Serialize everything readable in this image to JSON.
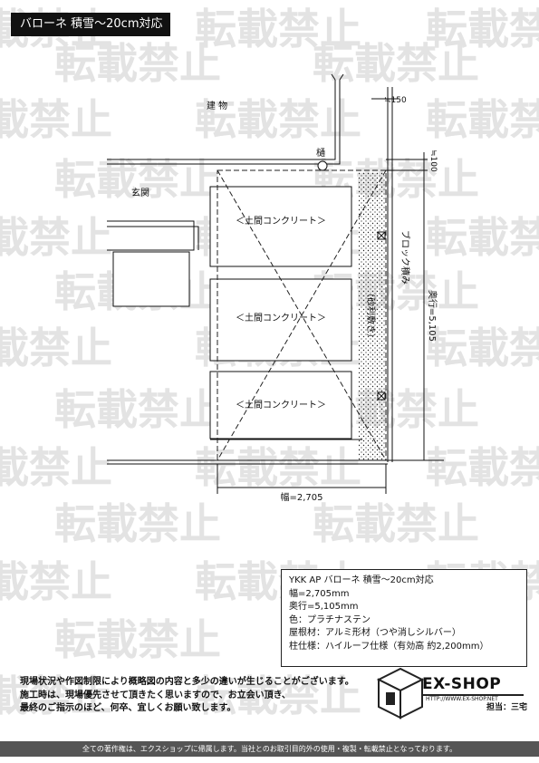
{
  "header": {
    "title": "バローネ 積雪～20cm対応"
  },
  "watermark": {
    "text": "転載禁止"
  },
  "plan": {
    "building_label": "建 物",
    "gutter_label": "樋",
    "entrance_label": "玄関",
    "concrete_label": "＜土間コンクリート＞",
    "block_label": "ブロック積み",
    "gravel_label": "（砂利敷き）",
    "offset_top_label": "≒150",
    "offset_side_label": "≒100",
    "depth_label": "奥行=5,105",
    "width_label": "幅=2,705"
  },
  "info": {
    "lines": [
      "YKK AP バローネ 積雪～20cm対応",
      "幅=2,705mm",
      "奥行=5,105mm",
      "色：プラチナステン",
      "屋根材：アルミ形材（つや消しシルバー）",
      "柱仕様：ハイルーフ仕様（有効高 約2,200mm）"
    ]
  },
  "notes": {
    "lines": [
      "現場状況や作図制限により概略図の内容と多少の違いが生じることがございます。",
      "施工時は、現場優先させて頂きたく思いますので、お立会い頂き、",
      "最終のご指示のほど、何卒、宜しくお願い致します。"
    ]
  },
  "logo": {
    "name": "EX-SHOP",
    "url": "HTTP://WWW.EX-SHOP.NET",
    "staff": "担当：三宅"
  },
  "footer": {
    "text": "全ての著作権は、エクスショップに帰属します。当社とのお取引目的外の使用・複製・転載禁止となっております。"
  },
  "colors": {
    "title_bg": "#111111",
    "watermark": "#e3e3e3",
    "footer_bg": "#555555"
  }
}
